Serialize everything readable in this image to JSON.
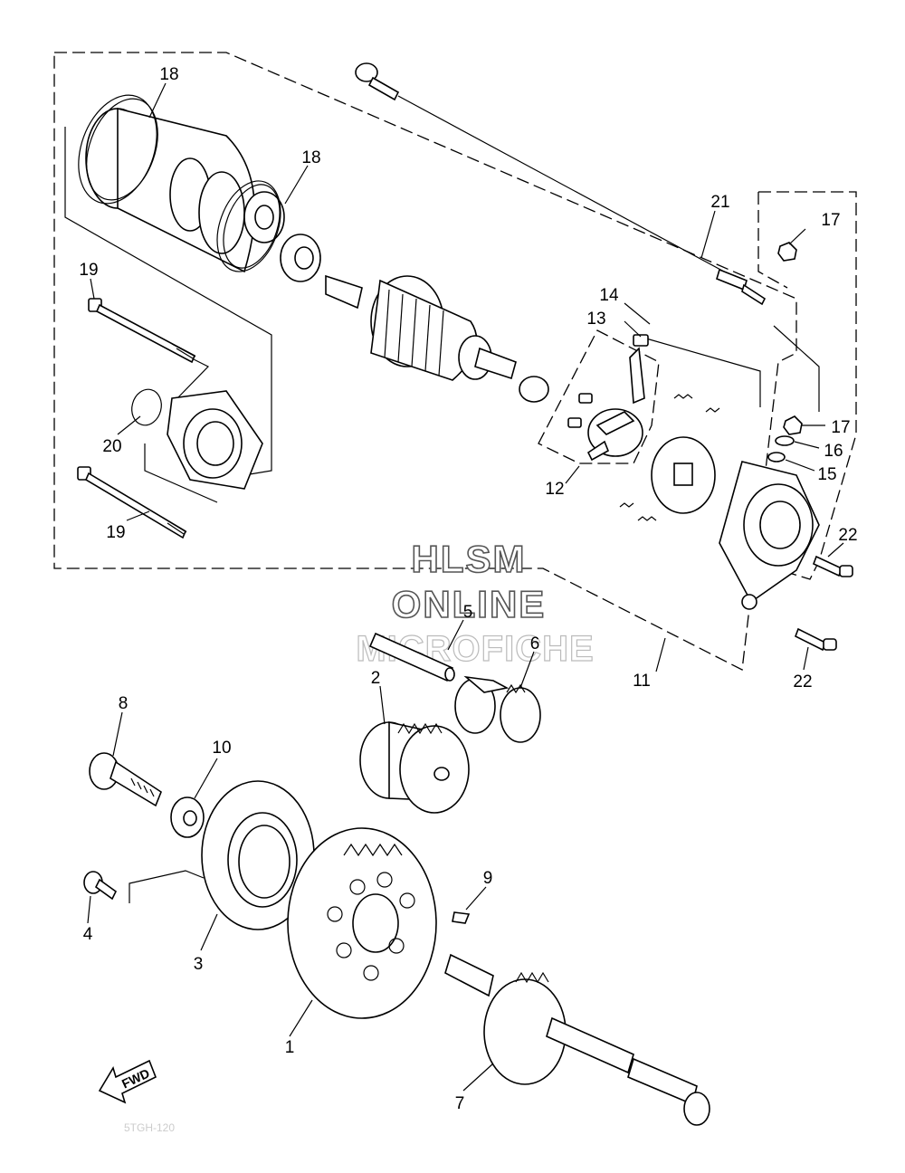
{
  "watermark": {
    "line1": "HLSM",
    "line2": "ONLINE",
    "line3": "MICROFICHE"
  },
  "direction_label": "FWD",
  "footer_code": "5TGH-120",
  "callouts": {
    "n1": "1",
    "n2": "2",
    "n3": "3",
    "n4": "4",
    "n5": "5",
    "n6": "6",
    "n7": "7",
    "n8": "8",
    "n9": "9",
    "n10": "10",
    "n11": "11",
    "n12": "12",
    "n13": "13",
    "n14": "14",
    "n15": "15",
    "n16": "16",
    "n17a": "17",
    "n17b": "17",
    "n18a": "18",
    "n18b": "18",
    "n19a": "19",
    "n19b": "19",
    "n20": "20",
    "n21": "21",
    "n22a": "22",
    "n22b": "22"
  }
}
